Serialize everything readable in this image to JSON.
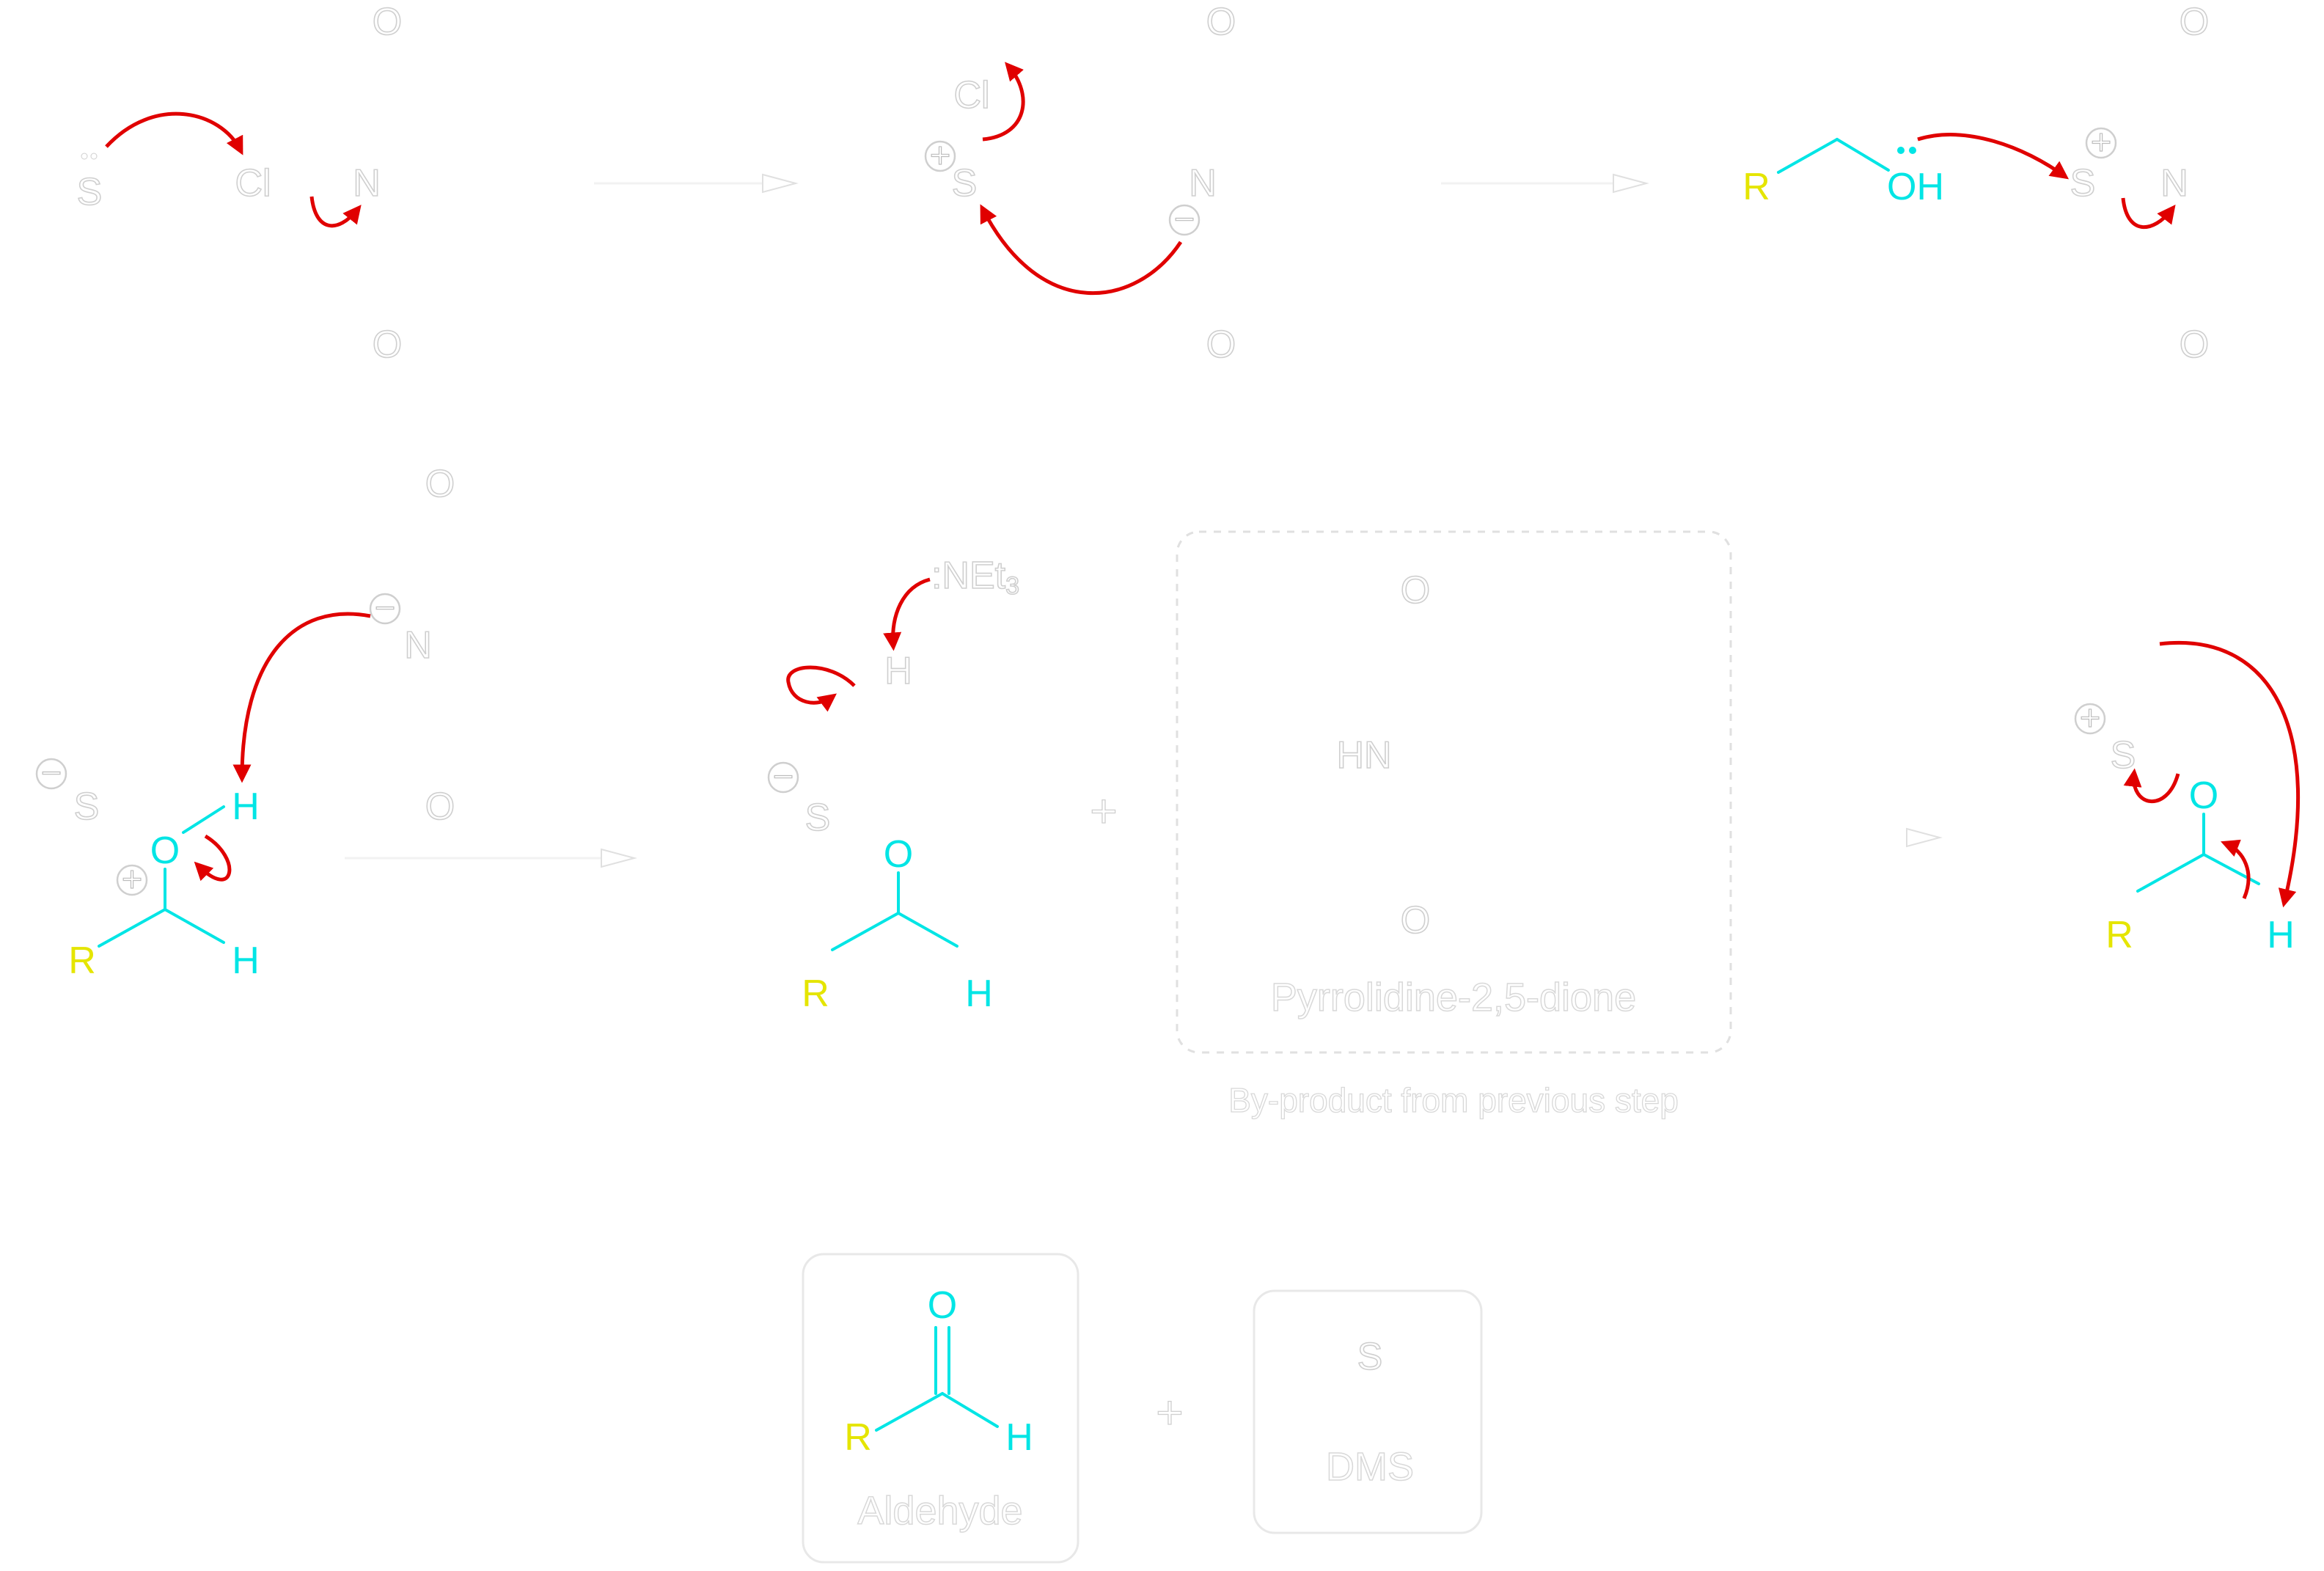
{
  "atoms": {
    "S": "S",
    "Cl": "Cl",
    "N": "N",
    "O": "O",
    "H": "H",
    "R": "R",
    "OH": "OH",
    "NEt": ":NEt",
    "three": "3",
    "HN": "HN"
  },
  "charges": {
    "plus": "+",
    "minus": "−"
  },
  "labels": {
    "byproduct_name": "Pyrrolidine-2,5-dione",
    "byproduct_caption": "By-product from previous step",
    "aldehyde": "Aldehyde",
    "dms": "DMS",
    "plus": "+"
  },
  "colors": {
    "bond": "#ffffff",
    "highlight": "#00e5e5",
    "r_group": "#e5e500",
    "electron_arrow": "#e00000"
  }
}
